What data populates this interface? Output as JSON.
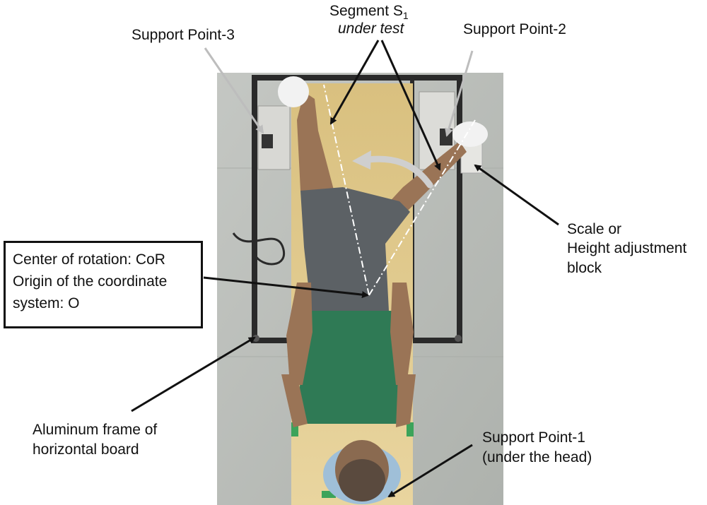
{
  "figure": {
    "segment_label": "Segment S",
    "segment_subscript": "1",
    "segment_sub": "under test",
    "support_point_3": "Support Point-3",
    "support_point_2": "Support Point-2",
    "scale_block": [
      "Scale or",
      "Height adjustment",
      "block"
    ],
    "center_box": [
      "Center of rotation: CoR",
      "Origin of the coordinate",
      "system: O"
    ],
    "aluminum_frame": [
      "Aluminum frame of",
      "horizontal board"
    ],
    "support_point_1": [
      "Support Point-1",
      "(under the head)"
    ]
  },
  "colors": {
    "floor": "#b9bcb7",
    "board": "#e2c98a",
    "frame": "#2a2a2a",
    "shirt": "#2f7a55",
    "shorts": "#5c6165",
    "skin": "#9a7456",
    "arrow_black": "#111111",
    "arrow_gray": "#bdbdbd"
  }
}
